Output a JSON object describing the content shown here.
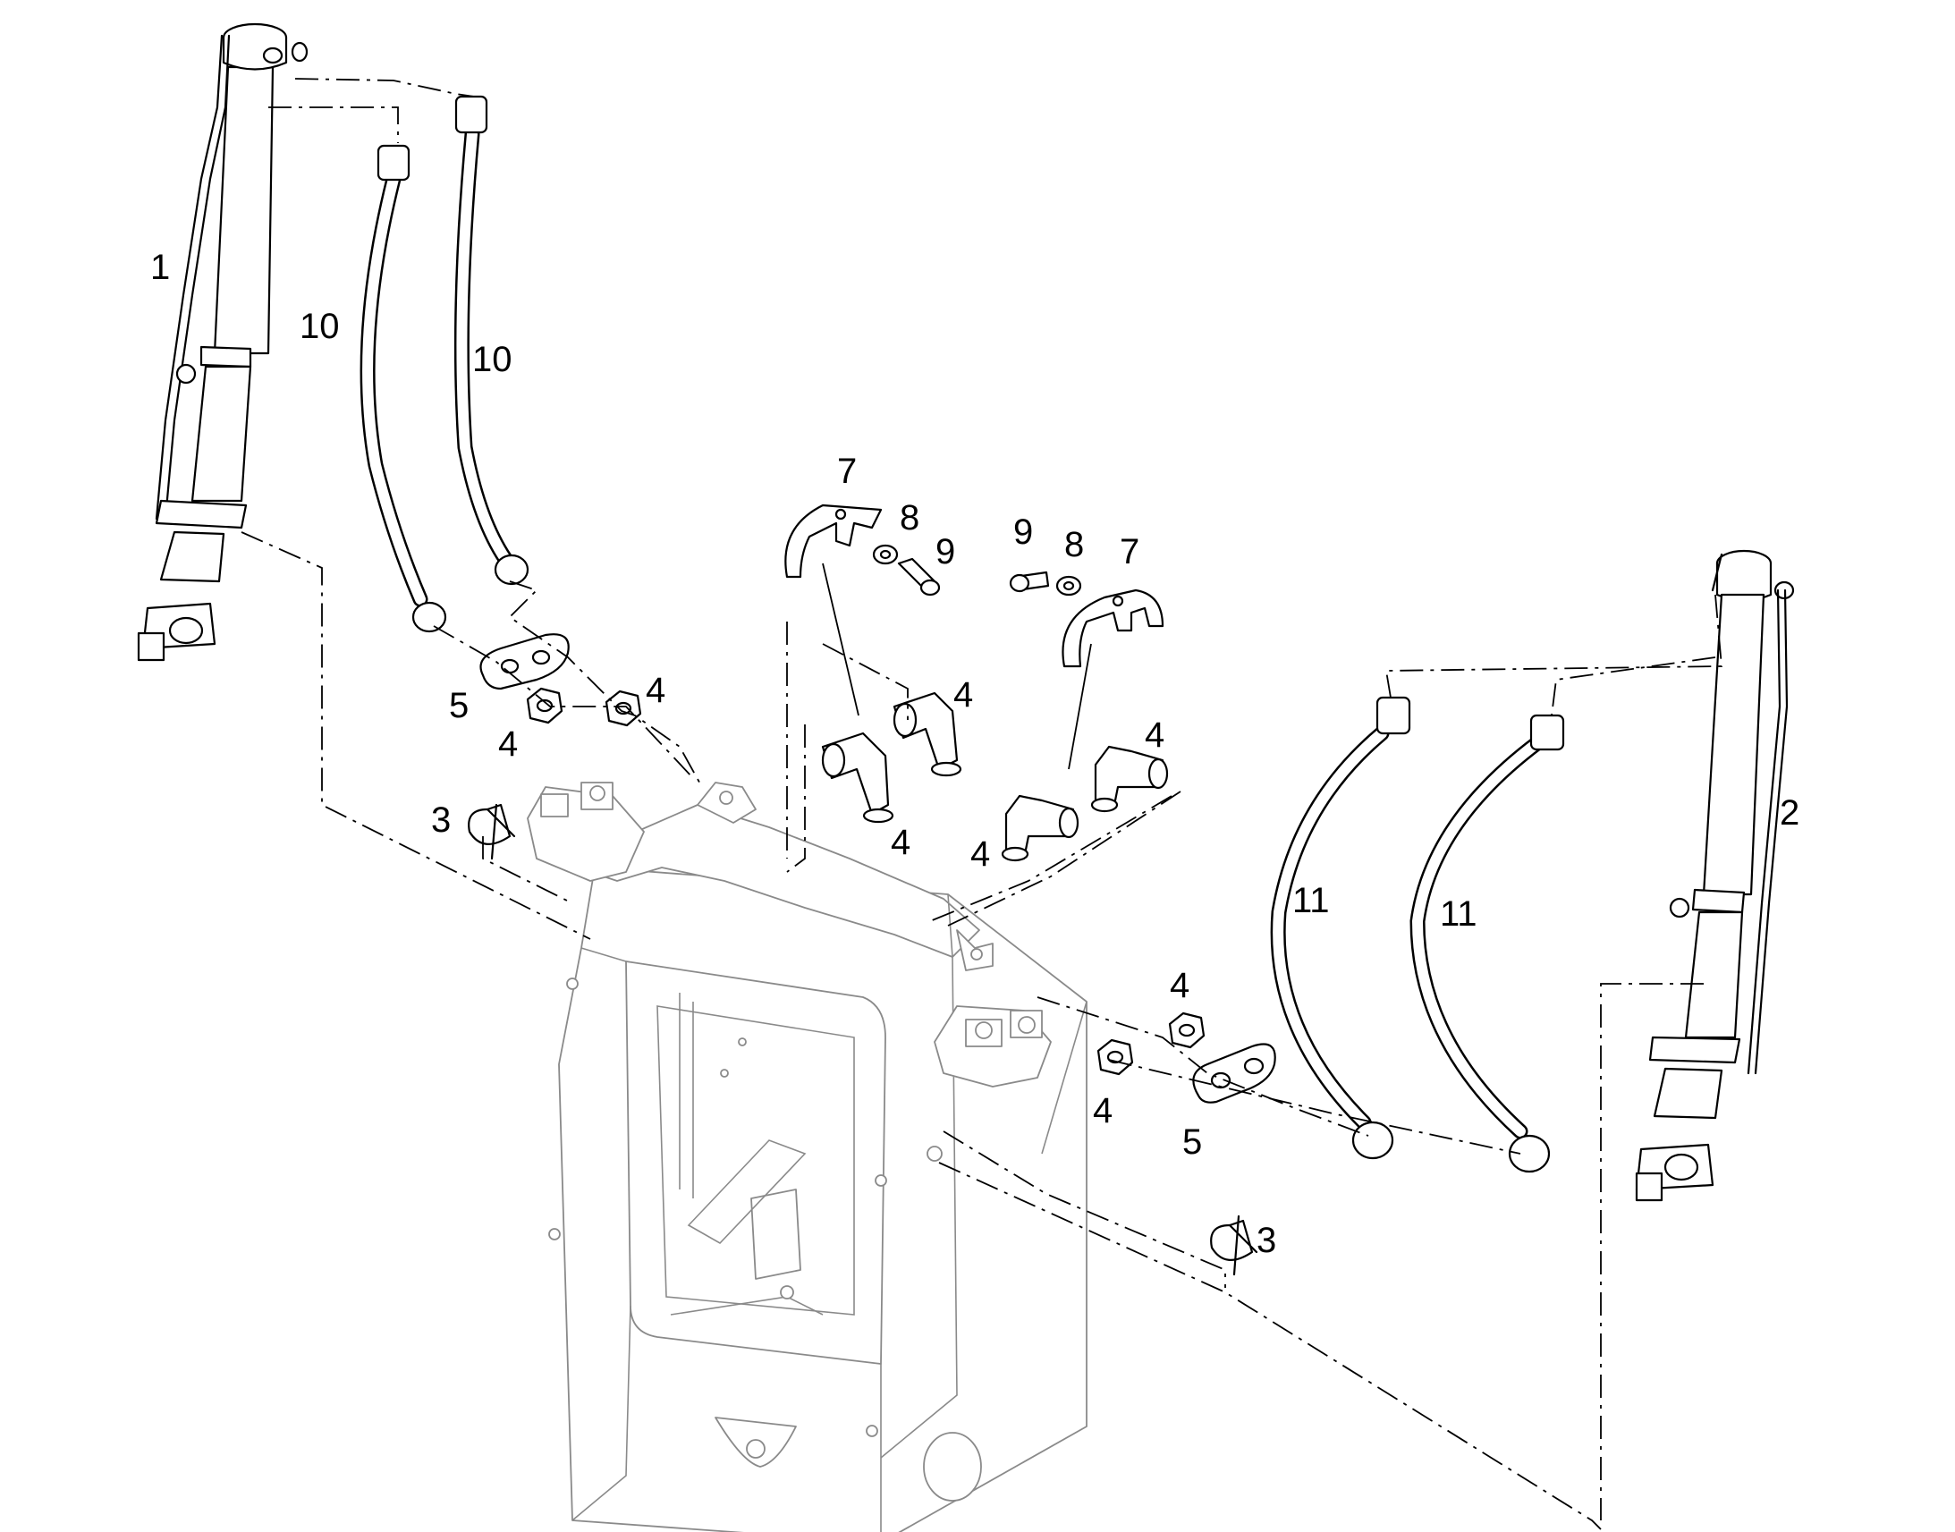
{
  "diagram": {
    "colors": {
      "line": "#000000",
      "frame": "#8a8a8a",
      "background": "#ffffff"
    },
    "callouts": [
      {
        "id": "c1",
        "text": "1",
        "part": "hydraulic-cylinder-left"
      },
      {
        "id": "c2",
        "text": "2",
        "part": "hydraulic-cylinder-right"
      },
      {
        "id": "c3a",
        "text": "3",
        "part": "lynch-pin-left"
      },
      {
        "id": "c3b",
        "text": "3",
        "part": "lynch-pin-right"
      },
      {
        "id": "c4a",
        "text": "4",
        "part": "nut"
      },
      {
        "id": "c4b",
        "text": "4",
        "part": "nut"
      },
      {
        "id": "c4c",
        "text": "4",
        "part": "elbow-fitting"
      },
      {
        "id": "c4d",
        "text": "4",
        "part": "elbow-fitting"
      },
      {
        "id": "c4e",
        "text": "4",
        "part": "elbow-fitting"
      },
      {
        "id": "c4f",
        "text": "4",
        "part": "elbow-fitting"
      },
      {
        "id": "c4g",
        "text": "4",
        "part": "nut"
      },
      {
        "id": "c4h",
        "text": "4",
        "part": "nut"
      },
      {
        "id": "c5a",
        "text": "5",
        "part": "flange-plate-left"
      },
      {
        "id": "c5b",
        "text": "5",
        "part": "flange-plate-right"
      },
      {
        "id": "c7a",
        "text": "7",
        "part": "clamp-plate-left"
      },
      {
        "id": "c7b",
        "text": "7",
        "part": "clamp-plate-right"
      },
      {
        "id": "c8a",
        "text": "8",
        "part": "washer-left"
      },
      {
        "id": "c8b",
        "text": "8",
        "part": "washer-right"
      },
      {
        "id": "c9a",
        "text": "9",
        "part": "bolt-left"
      },
      {
        "id": "c9b",
        "text": "9",
        "part": "bolt-right"
      },
      {
        "id": "c10a",
        "text": "10",
        "part": "hose-left-a"
      },
      {
        "id": "c10b",
        "text": "10",
        "part": "hose-left-b"
      },
      {
        "id": "c11a",
        "text": "11",
        "part": "hose-right-a"
      },
      {
        "id": "c11b",
        "text": "11",
        "part": "hose-right-b"
      }
    ]
  }
}
